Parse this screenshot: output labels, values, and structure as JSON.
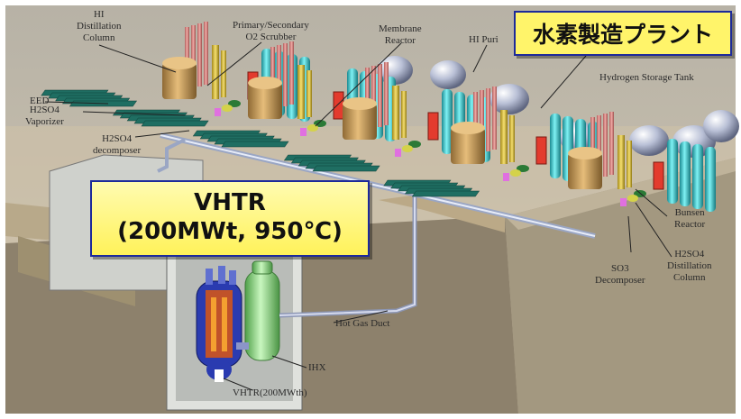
{
  "banner": {
    "title": "水素製造プラント"
  },
  "reactor_banner": {
    "line1": "VHTR",
    "line2": "(200MWt, 950℃)"
  },
  "labels": {
    "hi_distillation_1": "HI",
    "hi_distillation_2": "Distillation",
    "hi_distillation_3": "Column",
    "o2_scrubber_1": "Primary/Secondary",
    "o2_scrubber_2": "O2 Scrubber",
    "membrane_1": "Membrane",
    "membrane_2": "Reactor",
    "hi_purifier": "HI Puri",
    "eed": "EED",
    "h2so4_vaporizer_1": "H2SO4",
    "h2so4_vaporizer_2": "Vaporizer",
    "h2so4_decomposer_1": "H2SO4",
    "h2so4_decomposer_2": "decomposer",
    "hydrogen_storage": "Hydrogen Storage Tank",
    "bunsen_1": "Bunsen",
    "bunsen_2": "Reactor",
    "h2so4_distillation_1": "H2SO4",
    "h2so4_distillation_2": "Distillation",
    "h2so4_distillation_3": "Column",
    "so3_1": "SO3",
    "so3_2": "Decomposer",
    "hot_gas_duct": "Hot Gas Duct",
    "ihx": "IHX",
    "vhtr_vessel": "VHTR(200MWth)"
  },
  "colors": {
    "ground": "#cdbfa6",
    "pit": "#8d816c",
    "banner_fill": "#fff46a",
    "banner_border": "#1d2a9a",
    "tank_cyan": "#3fc9cf",
    "vessel_tan": "#c99a55",
    "ihx_green": "#8fe08a",
    "reactor_blue": "#2a3bb0"
  }
}
